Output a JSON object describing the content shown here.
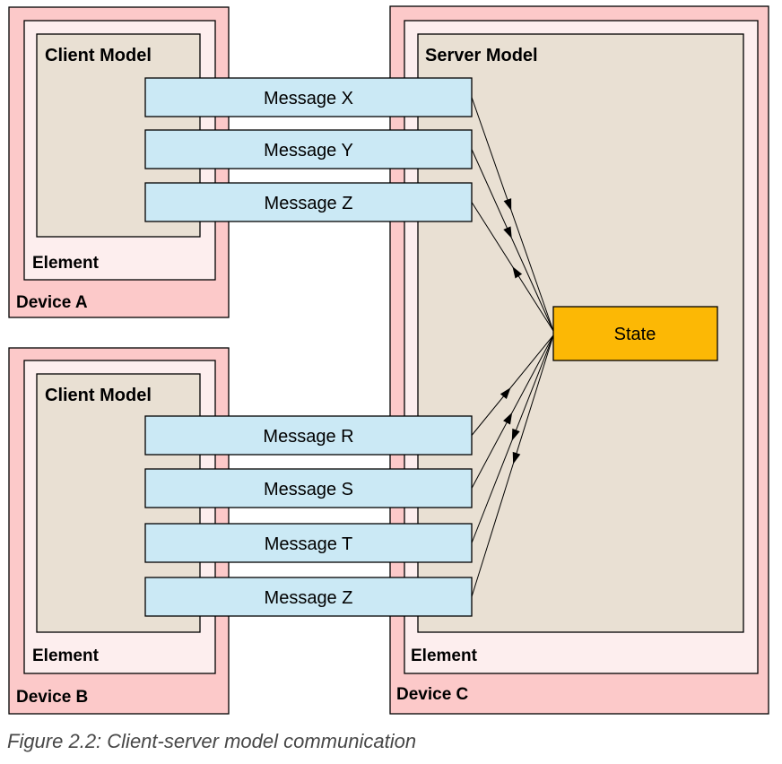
{
  "diagram": {
    "devices": [
      {
        "label": "Device A",
        "element_label": "Element",
        "model_label": "Client Model",
        "messages": [
          "Message X",
          "Message Y",
          "Message Z"
        ]
      },
      {
        "label": "Device B",
        "element_label": "Element",
        "model_label": "Client Model",
        "messages": [
          "Message R",
          "Message S",
          "Message T",
          "Message Z"
        ]
      },
      {
        "label": "Device C",
        "element_label": "Element",
        "model_label": "Server Model",
        "state_label": "State"
      }
    ],
    "connections": [
      {
        "from": "Message X",
        "to": "State"
      },
      {
        "from": "Message Y",
        "to": "State"
      },
      {
        "from": "State",
        "to": "Message Z (Device A)"
      },
      {
        "from": "Message R",
        "to": "State"
      },
      {
        "from": "Message S",
        "to": "State"
      },
      {
        "from": "State",
        "to": "Message T"
      },
      {
        "from": "State",
        "to": "Message Z (Device B)"
      }
    ],
    "colors": {
      "device_fill": "#fcc9c9",
      "element_fill": "#fdeeee",
      "model_fill": "#e9e0d3",
      "message_fill": "#cbe9f5",
      "state_fill": "#fcb805",
      "border": "#000000"
    }
  },
  "caption": {
    "text": "Figure 2.2: Client-server model communication"
  }
}
